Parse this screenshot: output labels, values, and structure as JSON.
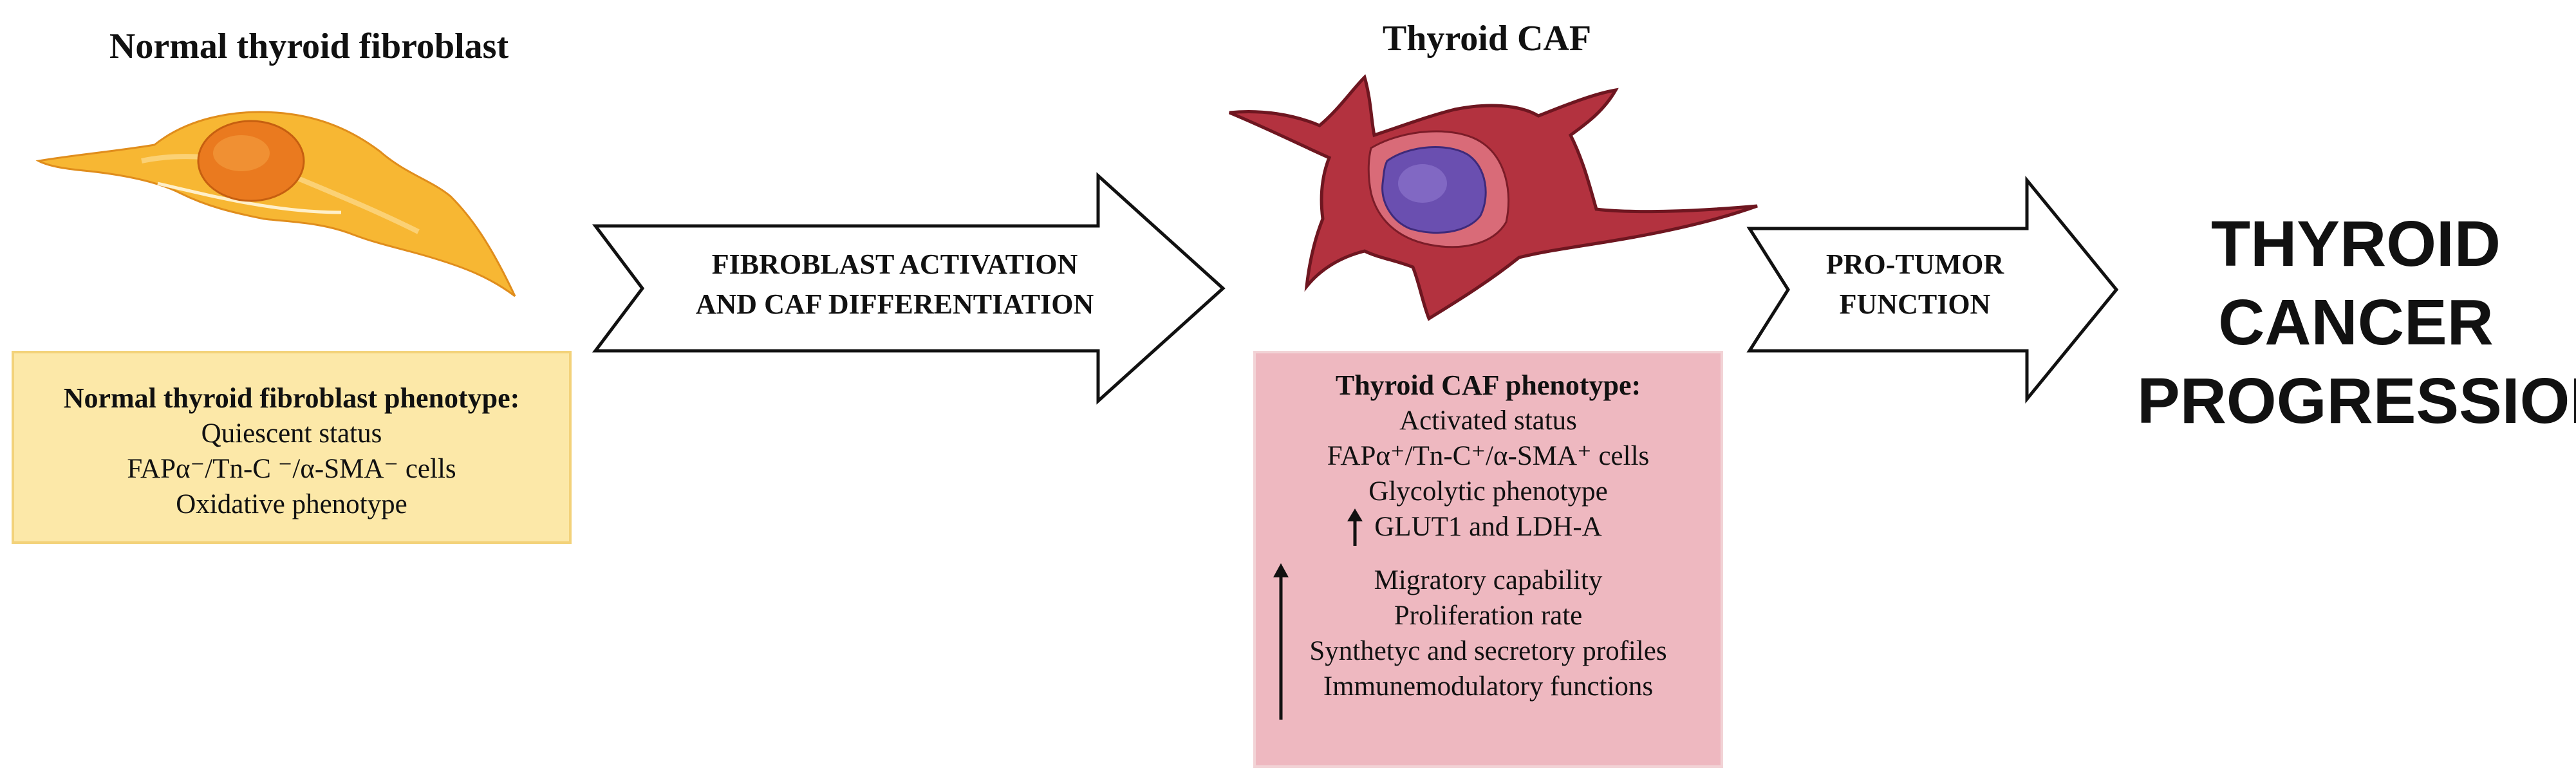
{
  "normal": {
    "title": "Normal thyroid fibroblast",
    "phenotype_title": "Normal thyroid fibroblast phenotype:",
    "lines": [
      "Quiescent status",
      "FAPα⁻/Tn-C ⁻/α-SMA⁻  cells",
      "Oxidative phenotype"
    ],
    "colors": {
      "box_fill": "#fce8a8",
      "box_border": "#f3d27a",
      "cell_fill": "#f7b733",
      "nucleus_fill": "#ea7a1f"
    }
  },
  "arrow1": {
    "line1": "FIBROBLAST ACTIVATION",
    "line2": "AND CAF DIFFERENTIATION"
  },
  "caf": {
    "title": "Thyroid CAF",
    "phenotype_title": "Thyroid CAF phenotype:",
    "lines_top": [
      "Activated status",
      "FAPα⁺/Tn-C⁺/α-SMA⁺ cells",
      "Glycolytic phenotype",
      "GLUT1 and LDH-A"
    ],
    "lines_bottom": [
      "Migratory capability",
      "Proliferation rate",
      "Synthetyc and secretory profiles",
      "Immunemodulatory functions"
    ],
    "colors": {
      "box_fill": "#eeb8c0",
      "box_border": "#f2d3d6",
      "cell_fill": "#b3323f",
      "nucleus_fill": "#6a4fb0"
    }
  },
  "arrow2": {
    "line1": "PRO-TUMOR",
    "line2": "FUNCTION"
  },
  "outcome": {
    "line1": "THYROID",
    "line2": "CANCER",
    "line3": "PROGRESSION"
  }
}
